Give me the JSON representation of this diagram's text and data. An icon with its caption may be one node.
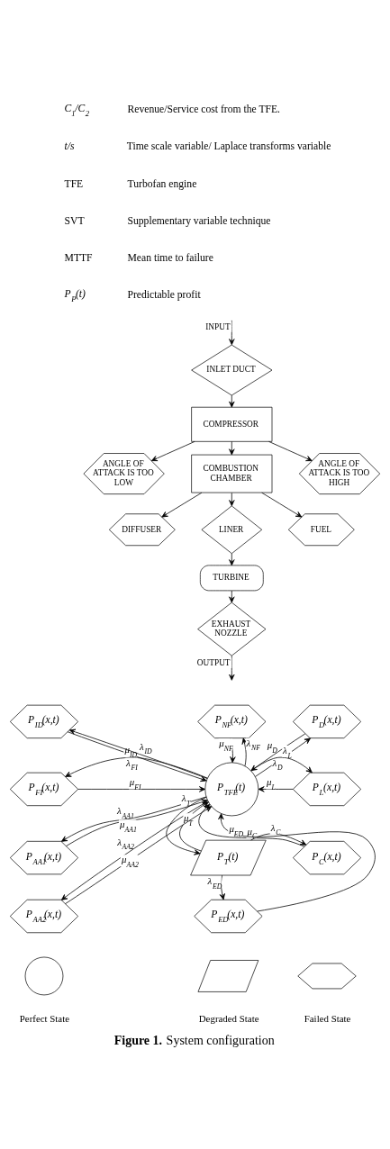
{
  "diagram": {
    "caption": "**Figure 1.** System configuration",
    "nodes": [
      {
        "text": [
          "INLET DUCT"
        ]
      },
      {
        "text": [
          "COMPRESSOR"
        ]
      },
      {
        "text": [
          "ANGLE OF ATTACK IS TOO LOW"
        ]
      },
      {
        "text": [
          "ANGLE OF ATTACK IS TOO HIGH"
        ]
      },
      {
        "text": [
          "COMBUSTION CHAMBER"
        ]
      },
      {
        "text": [
          "DIFFUSER"
        ]
      },
      {
        "text": [
          "FUEL"
        ]
      },
      {
        "text": [
          "LINER"
        ]
      },
      {
        "text": [
          "TURBINE"
        ]
      },
      {
        "text": [
          "EXHAUST NOZZLE"
        ]
      },
      {
        "text": [
          "P$_{ID}$(x,t)"
        ]
      },
      {
        "text": [
          "P$_{NF}$(x,t)"
        ]
      },
      {
        "text": [
          "P$_{D}$(x,t)"
        ]
      },
      {
        "text": [
          "P$_{FI}$(x,t)"
        ]
      },
      {
        "text": [
          "P$_{TFE}$(t)"
        ]
      },
      {
        "text": [
          "P$_{L}$(x,t)"
        ]
      },
      {
        "text": [
          "P$_{AA1}$(x,t)"
        ]
      },
      {
        "text": [
          "P$_{T}$(t)"
        ]
      },
      {
        "text": [
          "P$_{C}$(x,t)"
        ]
      },
      {
        "text": [
          "P$_{AA2}$(x,t)"
        ]
      },
      {
        "text": [
          "P$_{ED}$(x,t)"
        ]
      },
      {
        "text": [],
        "shape": "circle",
        "beside": [
          "Perfect State"
        ]
      },
      {
        "text": [],
        "shape": "parallelogram",
        "beside": [
          "Degraded State"
        ]
      },
      {
        "text": [],
        "shape": "hexagon",
        "beside": [
          "Failed State"
        ]
      }
    ],
    "edges": [
      {
        "from": null,
        "to": 0,
        "arrow": "to",
        "label": "INPUT"
      },
      {
        "from": 0,
        "to": 1,
        "arrow": "to"
      },
      {
        "from": 1,
        "to": 2,
        "arrow": "to"
      },
      {
        "from": 1,
        "to": 4,
        "arrow": "to"
      },
      {
        "from": 1,
        "to": 3,
        "arrow": "to"
      },
      {
        "from": 4,
        "to": 5,
        "arrow": "to"
      },
      {
        "from": 4,
        "to": 7,
        "arrow": "to"
      },
      {
        "from": 4,
        "to": 6,
        "arrow": "to"
      },
      {
        "from": 7,
        "to": 8,
        "arrow": "to"
      },
      {
        "from": 8,
        "to": 9,
        "arrow": "to"
      },
      {
        "from": 9,
        "to": null,
        "arrow": "to",
        "label": "OUTPUT"
      },
      {
        "from": 14,
        "to": 10,
        "arrow": "to",
        "label": "λ$_{ID}$"
      },
      {
        "from": 10,
        "to": 14,
        "arrow": "to",
        "label": "μ$_{ID}$"
      },
      {
        "from": 14,
        "to": 11,
        "arrow": "to",
        "label": "λ$_{NF}$"
      },
      {
        "from": 11,
        "to": 14,
        "arrow": "to",
        "label": "μ$_{NF}$"
      },
      {
        "from": 14,
        "to": 12,
        "arrow": "to",
        "label": "λ$_{D}$"
      },
      {
        "from": 12,
        "to": 14,
        "arrow": "to",
        "label": "μ$_{D}$"
      },
      {
        "from": 14,
        "to": 13,
        "arrow": "to",
        "label": "λ$_{FI}$"
      },
      {
        "from": 13,
        "to": 14,
        "arrow": "to",
        "label": "μ$_{FI}$"
      },
      {
        "from": 14,
        "to": 15,
        "arrow": "to",
        "label": "λ$_{L}$"
      },
      {
        "from": 15,
        "to": 14,
        "arrow": "to",
        "label": "μ$_{L}$"
      },
      {
        "from": 14,
        "to": 16,
        "arrow": "to",
        "label": "λ$_{AA1}$"
      },
      {
        "from": 16,
        "to": 14,
        "arrow": "to",
        "label": "μ$_{AA1}$"
      },
      {
        "from": 14,
        "to": 19,
        "arrow": "to",
        "label": "λ$_{AA2}$"
      },
      {
        "from": 19,
        "to": 14,
        "arrow": "to",
        "label": "μ$_{AA2}$"
      },
      {
        "from": 14,
        "to": 17,
        "arrow": "to",
        "label": "λ$_{T}$"
      },
      {
        "from": 17,
        "to": 14,
        "arrow": "to",
        "label": "μ$_{T}$"
      },
      {
        "from": 17,
        "to": 18,
        "arrow": "to",
        "label": "λ$_{C}$"
      },
      {
        "from": 18,
        "to": 14,
        "arrow": "to",
        "label": "μ$_{C}$"
      },
      {
        "from": 17,
        "to": 20,
        "arrow": "to",
        "label": "λ$_{ED}$"
      },
      {
        "from": 20,
        "to": 14,
        "arrow": "to",
        "label": "μ$_{ED}$"
      }
    ],
    "labels": [
      "C$_{1}$/C$_{2}$",
      "Revenue/Service cost from the TFE.",
      "t/s",
      "Time scale variable/ Laplace transforms variable",
      "TFE",
      "Turbofan engine",
      "SVT",
      "Supplementary variable technique",
      "MTTF",
      "Mean time to failure",
      "P$_{P}$(t)",
      "Predictable profit"
    ]
  }
}
